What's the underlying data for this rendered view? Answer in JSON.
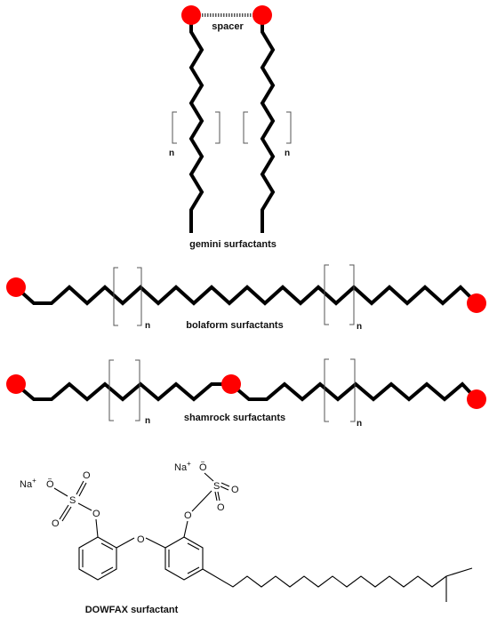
{
  "colors": {
    "headgroup": "#ff0000",
    "chain": "#000000",
    "bracket": "#555555"
  },
  "gemini": {
    "spacer_label": "spacer",
    "n_left": "n",
    "n_right": "n",
    "caption": "gemini surfactants"
  },
  "bolaform": {
    "n_left": "n",
    "n_right": "n",
    "caption": "bolaform surfactants"
  },
  "shamrock": {
    "n_left": "n",
    "n_right": "n",
    "caption": "shamrock surfactants"
  },
  "dowfax": {
    "caption": "DOWFAX surfactant",
    "left_counterion": {
      "symbol": "Na",
      "charge": "+"
    },
    "right_counterion": {
      "symbol": "Na",
      "charge": "+"
    },
    "oxide_charge": "−",
    "sulfur": "S",
    "oxygen": "O"
  }
}
